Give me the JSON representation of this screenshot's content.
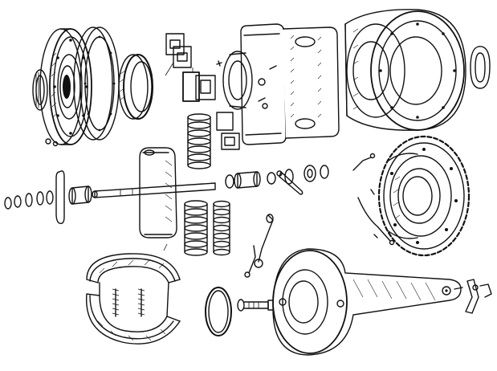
{
  "drawing": {
    "style": "exploded-view line illustration",
    "ink_color": "#111111",
    "paper_color": "#ffffff"
  },
  "parts": [
    {
      "id": "bearing-seal-ring",
      "icon": "seal-ring-icon"
    },
    {
      "id": "hub-flange-plate",
      "icon": "flange-plate-icon"
    },
    {
      "id": "flange-gasket",
      "icon": "gasket-icon"
    },
    {
      "id": "bearing-ring",
      "icon": "bearing-ring-icon"
    },
    {
      "id": "shim-plates",
      "icon": "shim-icon"
    },
    {
      "id": "rectangular-block",
      "icon": "block-icon"
    },
    {
      "id": "upper-springs",
      "icon": "coil-spring-icon"
    },
    {
      "id": "gearbox-housing",
      "icon": "housing-icon"
    },
    {
      "id": "brake-drum-hub",
      "icon": "drum-icon"
    },
    {
      "id": "small-loop-clip",
      "icon": "clip-icon"
    },
    {
      "id": "axle-spindle",
      "icon": "axle-icon"
    },
    {
      "id": "cam-lever",
      "icon": "cam-lever-icon"
    },
    {
      "id": "lower-springs",
      "icon": "coil-spring-icon"
    },
    {
      "id": "bushing-washers",
      "icon": "washer-icon"
    },
    {
      "id": "sprocket-wheel",
      "icon": "sprocket-icon"
    },
    {
      "id": "brake-arm-links",
      "icon": "link-arm-icon"
    },
    {
      "id": "brake-shoes",
      "icon": "brake-shoe-icon"
    },
    {
      "id": "o-ring",
      "icon": "o-ring-icon"
    },
    {
      "id": "adjuster-bolt",
      "icon": "bolt-icon"
    },
    {
      "id": "backing-plate-arm",
      "icon": "backing-plate-icon"
    },
    {
      "id": "torque-arm-bracket",
      "icon": "bracket-icon"
    }
  ]
}
